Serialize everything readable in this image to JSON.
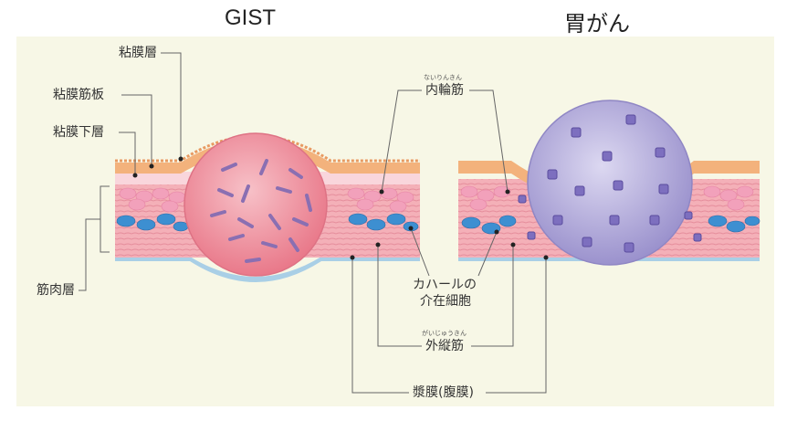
{
  "titles": {
    "gist": "GIST",
    "stomach_cancer": "胃がん"
  },
  "labels": {
    "mucosa": "粘膜層",
    "muscularis_mucosae": "粘膜筋板",
    "submucosa": "粘膜下層",
    "muscularis_propria": "筋肉層",
    "inner_circular_muscle": "内輪筋",
    "inner_circular_muscle_ruby": "ないりんきん",
    "interstitial_cells_line1": "カハールの",
    "interstitial_cells_line2": "介在細胞",
    "outer_longitudinal_muscle": "外縦筋",
    "outer_longitudinal_muscle_ruby": "がいじゅうきん",
    "serosa": "漿膜(腹膜)"
  },
  "colors": {
    "panel_bg": "#f7f7e6",
    "mucosa": "#f3b27c",
    "muscle": "#f4a9b4",
    "cells_blue": "#3d8fd1",
    "serosa": "#a9cfe6",
    "gist_tumor": "#ee8a96",
    "gist_spindle": "#8a6fb2",
    "cancer_tumor": "#aaa3d6",
    "cancer_cell": "#6a5ba8"
  }
}
